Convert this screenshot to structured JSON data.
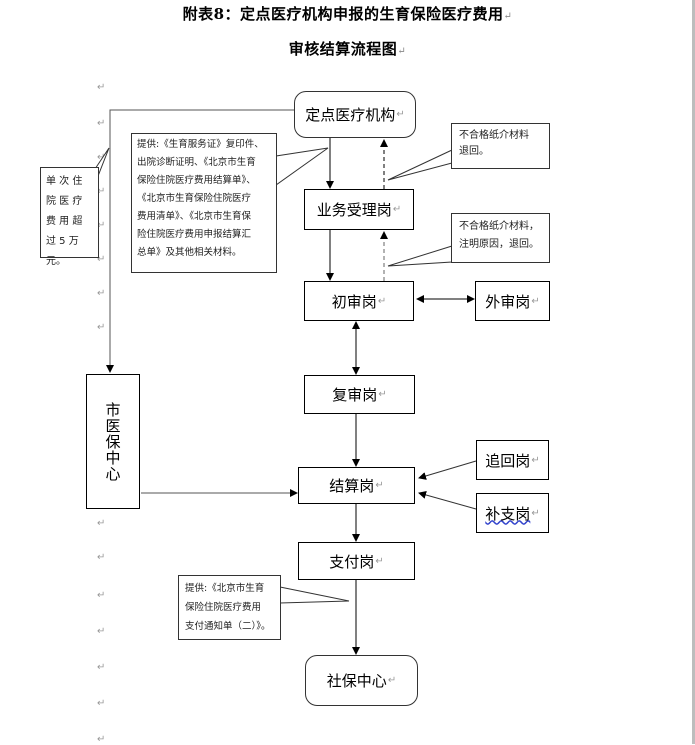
{
  "document": {
    "title_line1": "附表8：定点医疗机构申报的生育保险医疗费用",
    "title_line2": "审核结算流程图",
    "paragraph_mark": "↵"
  },
  "nodes": {
    "hospital": "定点医疗机构",
    "reception": "业务受理岗",
    "initial_review": "初审岗",
    "external_review": "外审岗",
    "re_review": "复审岗",
    "city_center": "市医保中心",
    "settlement": "结算岗",
    "recovery": "追回岗",
    "supplement": "补支岗",
    "payment": "支付岗",
    "social_center": "社保中心"
  },
  "notes": {
    "materials": "提供:《生育服务证》复印件、出院诊断证明、《北京市生育保险住院医疗费用结算单》、《北京市生育保险住院医疗费用清单》、《北京市生育保险住院医疗费用申报结算汇总单》及其他相关材料。",
    "materials_lines": [
      "提供:《生育服务证》复印件、",
      "出院诊断证明、《北京市生育",
      "保险住院医疗费用结算单》、",
      "《北京市生育保险住院医疗",
      "费用清单》、《北京市生育保",
      "险住院医疗费用申报结算汇",
      "总单》及其他相关材料。"
    ],
    "over_limit_lines": [
      "单 次 住",
      "院 医 疗",
      "费 用 超",
      "过 5 万元。"
    ],
    "reject1_lines": [
      "不合格纸介材料",
      "退回。"
    ],
    "reject2_lines": [
      "不合格纸介材料，",
      "注明原因，退回。"
    ],
    "payment_notice_lines": [
      "提供:《北京市生育",
      "保险住院医疗费用",
      "支付通知单（二）》。"
    ]
  }
}
